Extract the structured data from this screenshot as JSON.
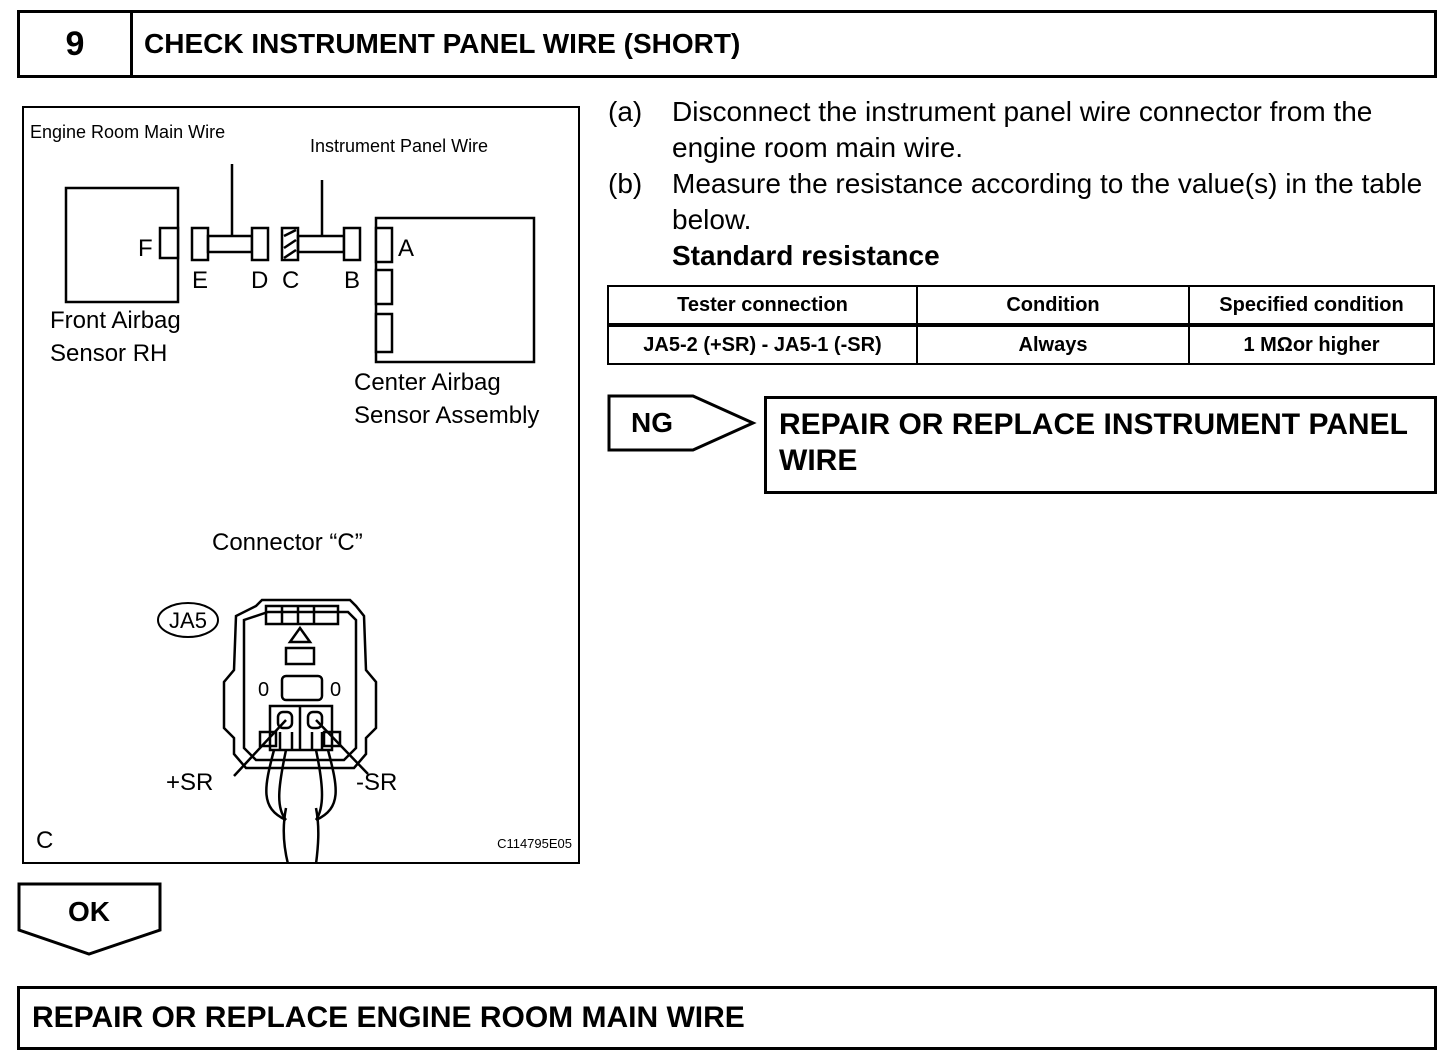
{
  "step": {
    "number": "9",
    "title": "CHECK INSTRUMENT PANEL WIRE (SHORT)"
  },
  "figure": {
    "label_engine_room_main_wire": "Engine Room Main Wire",
    "label_instrument_panel_wire": "Instrument Panel Wire",
    "label_front_airbag_sensor_line1": "Front Airbag",
    "label_front_airbag_sensor_line2": "Sensor RH",
    "label_center_airbag_line1": "Center Airbag",
    "label_center_airbag_line2": "Sensor Assembly",
    "connector_letters": {
      "a": "A",
      "b": "B",
      "c": "C",
      "d": "D",
      "e": "E",
      "f": "F"
    },
    "connector_c_title": "Connector “C”",
    "connector_code": "JA5",
    "pin_plus": "+SR",
    "pin_minus": "-SR",
    "corner_letter": "C",
    "figure_code": "C114795E05"
  },
  "instructions": [
    {
      "label": "(a)",
      "text": "Disconnect the instrument panel wire connector from the engine room main wire."
    },
    {
      "label": "(b)",
      "text": "Measure the resistance according to the value(s) in the table below."
    }
  ],
  "standard_label": "Standard resistance",
  "table": {
    "headers": [
      "Tester connection",
      "Condition",
      "Specified condition"
    ],
    "rows": [
      [
        "JA5-2 (+SR) - JA5-1 (-SR)",
        "Always",
        "1 MΩor higher"
      ]
    ]
  },
  "ng": {
    "label": "NG",
    "result": "REPAIR OR REPLACE INSTRUMENT PANEL WIRE"
  },
  "ok": {
    "label": "OK",
    "result": "REPAIR OR REPLACE ENGINE ROOM MAIN WIRE"
  }
}
